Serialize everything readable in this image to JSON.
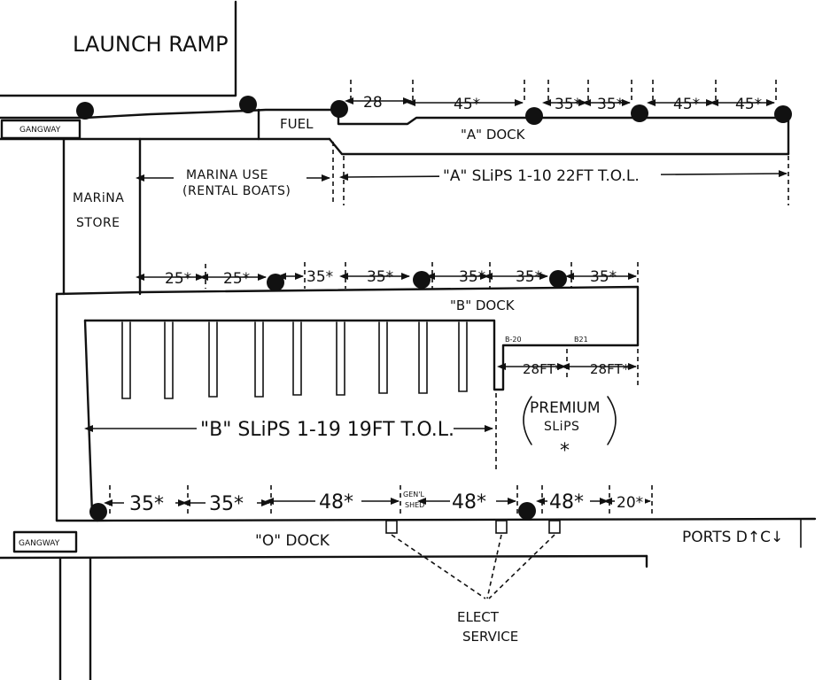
{
  "labels": {
    "launch_ramp": "LAUNCH RAMP",
    "gangway_top": "GANGWAY",
    "gangway_bottom": "GANGWAY",
    "fuel": "FUEL",
    "marina_store_1": "MARiNA",
    "marina_store_2": "STORE",
    "marina_use_1": "MARINA USE",
    "marina_use_2": "(RENTAL BOATS)",
    "a_dock": "\"A\" DOCK",
    "a_slips": "\"A\" SLiPS  1-10  22FT T.O.L.",
    "b_dock": "\"B\" DOCK",
    "b_slips": "\"B\" SLiPS 1-19     19FT T.O.L.",
    "b20": "B-20",
    "b21": "B21",
    "premium_1": "PREMIUM",
    "premium_2": "SLiPS",
    "premium_star": "*",
    "o_dock": "\"O\" DOCK",
    "ports_dtc": "PORTS D↑C↓",
    "gen_shed_1": "GEN'L",
    "gen_shed_2": "SHED",
    "elect_1": "ELECT",
    "elect_2": "SERVICE"
  },
  "a_measurements": [
    "28",
    "45*",
    "35*",
    "35*",
    "45*",
    "45*"
  ],
  "b_measurements": [
    "25*",
    "25*",
    "35*",
    "35*",
    "35*",
    "35*",
    "35*"
  ],
  "premium_measurements": [
    "28FT*",
    "28FT*"
  ],
  "o_measurements": [
    "35*",
    "35*",
    "48*",
    "48*",
    "48*",
    "20*"
  ]
}
